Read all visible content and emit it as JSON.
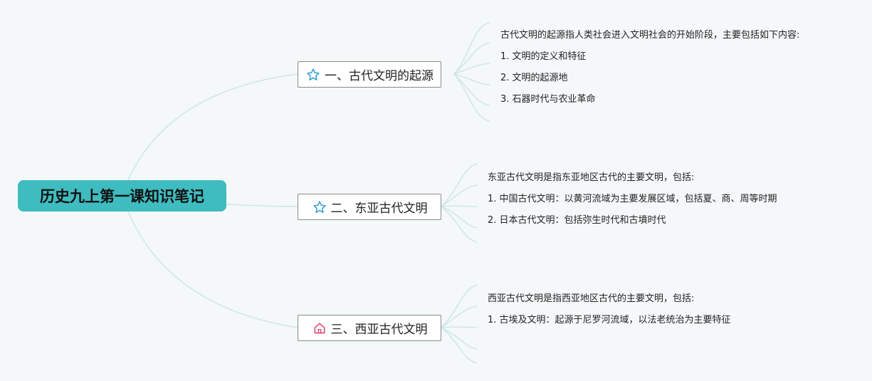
{
  "root": {
    "title": "历史九上第一课知识笔记"
  },
  "topics": [
    {
      "label": "一、古代文明的起源",
      "icon": "star-icon",
      "notes": [
        "古代文明的起源指人类社会进入文明社会的开始阶段，主要包括如下内容:",
        "1. 文明的定义和特征",
        "2. 文明的起源地",
        "3. 石器时代与农业革命"
      ]
    },
    {
      "label": "二、东亚古代文明",
      "icon": "star-icon",
      "notes": [
        "东亚古代文明是指东亚地区古代的主要文明，包括:",
        "1. 中国古代文明：以黄河流域为主要发展区域，包括夏、商、周等时期",
        "2. 日本古代文明：包括弥生时代和古墳时代"
      ]
    },
    {
      "label": "三、西亚古代文明",
      "icon": "home-icon",
      "notes": [
        "西亚古代文明是指西亚地区古代的主要文明，包括:",
        "1. 古埃及文明：起源于尼罗河流域，以法老统治为主要特征"
      ]
    }
  ],
  "colors": {
    "root_fill": "#3fbcc0",
    "link": "#c9e6e8",
    "star_icon": "#2f9fd0",
    "home_icon": "#d6476b"
  }
}
